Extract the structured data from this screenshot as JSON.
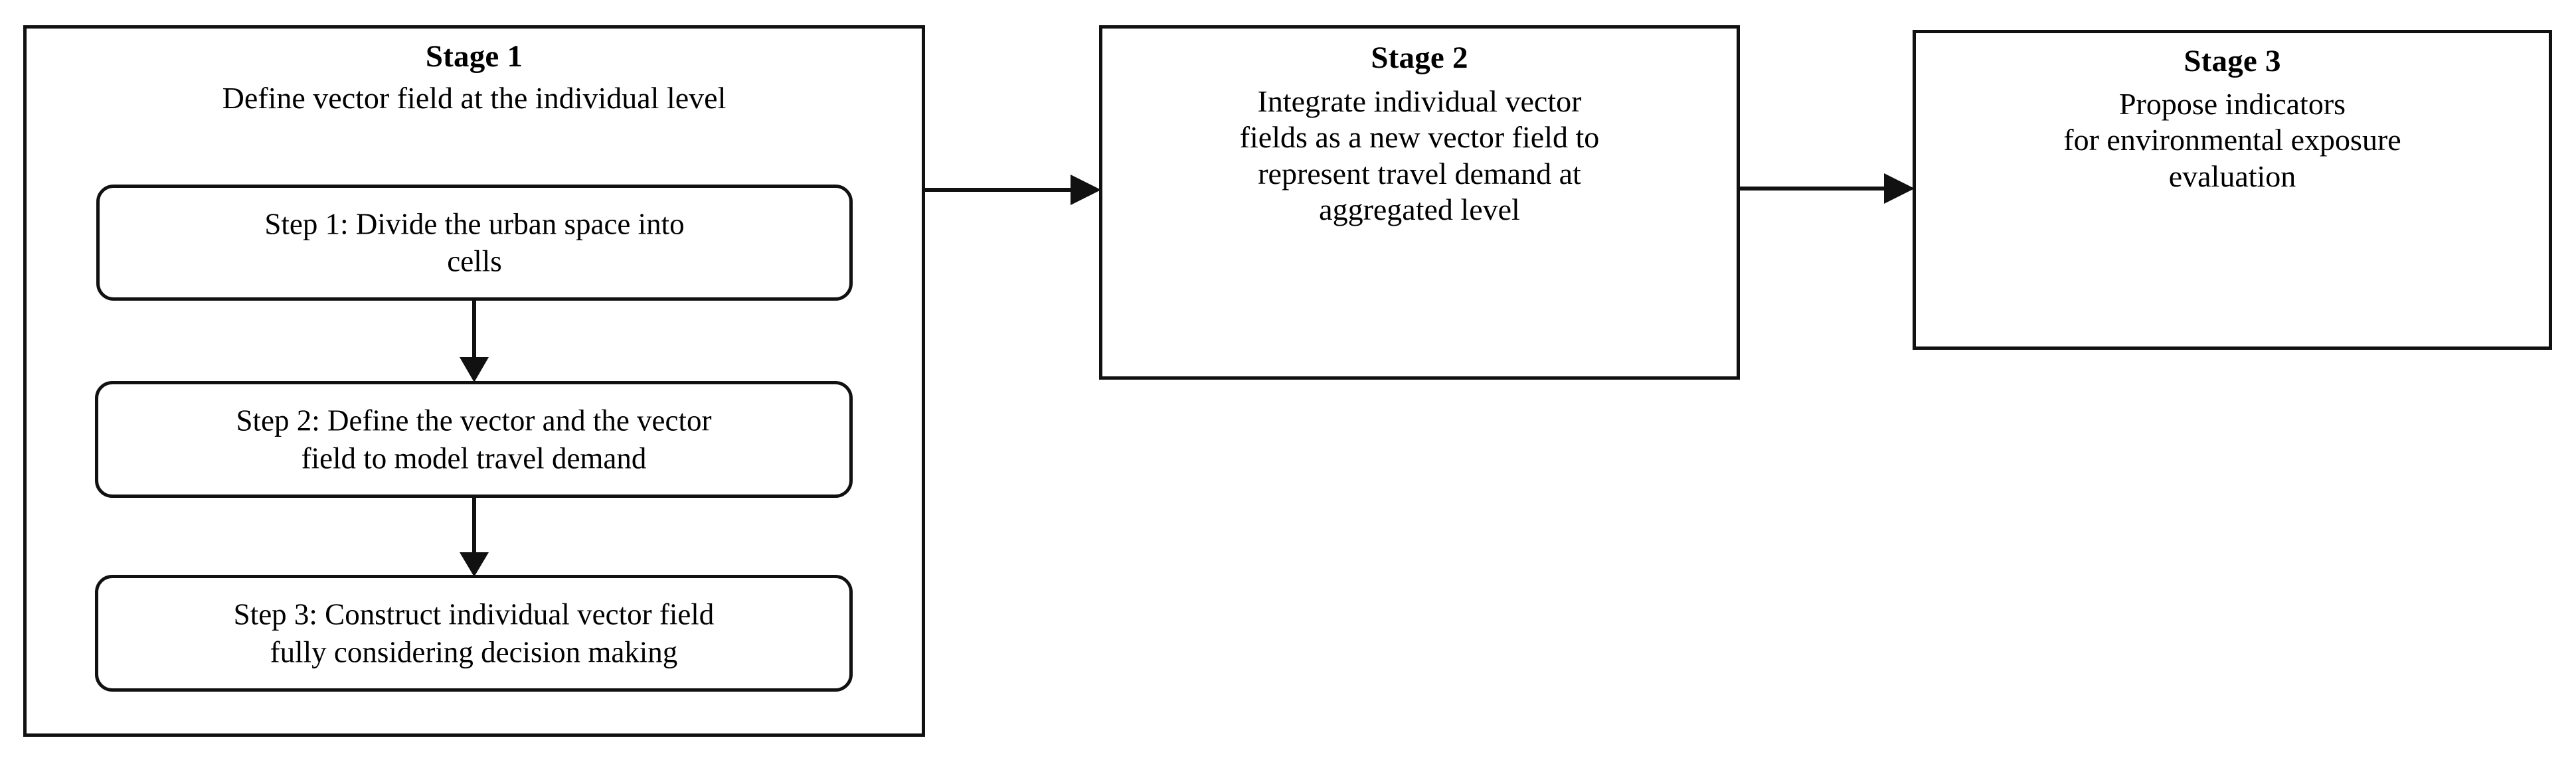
{
  "diagram": {
    "title": "Three-stage framework flowchart",
    "background_color": "#ffffff",
    "line_color": "#111111"
  },
  "stage1": {
    "title": "Stage 1",
    "subtitle": "Define vector field at the individual level",
    "steps": [
      {
        "label": "Step 1: Divide the urban space into\ncells"
      },
      {
        "label": "Step 2: Define the vector and the vector\nfield to model travel demand"
      },
      {
        "label": "Step 3: Construct individual vector field\nfully considering decision making"
      }
    ]
  },
  "stage2": {
    "title": "Stage 2",
    "subtitle": "Integrate individual vector\nfields as a new vector field to\nrepresent travel demand at\naggregated level"
  },
  "stage3": {
    "title": "Stage 3",
    "subtitle": "Propose indicators\nfor environmental exposure\nevaluation"
  },
  "connectors": {
    "step1_to_step2": "arrow-down",
    "step2_to_step3": "arrow-down",
    "stage1_to_stage2": "arrow-right",
    "stage2_to_stage3": "arrow-right"
  }
}
